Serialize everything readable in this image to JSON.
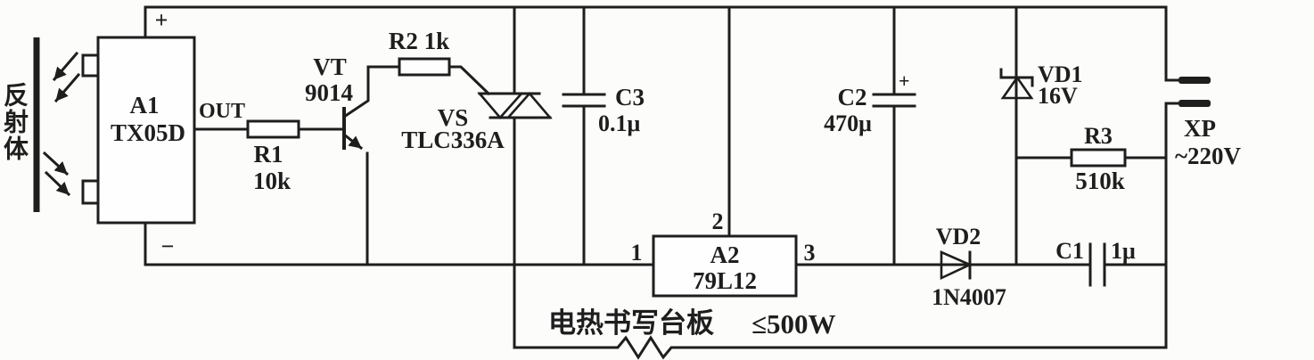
{
  "colors": {
    "ink": "#1e1e1e",
    "background": "#fcfcfa"
  },
  "reflector": {
    "label": "反射体"
  },
  "rails": {
    "plus": "+",
    "minus": "−"
  },
  "components": {
    "a1": {
      "name": "A1",
      "model": "TX05D",
      "out_pin": "OUT"
    },
    "r1": {
      "name": "R1",
      "value": "10k"
    },
    "vt": {
      "name": "VT",
      "model": "9014"
    },
    "r2": {
      "label": "R2 1k"
    },
    "vs": {
      "name": "VS",
      "model": "TLC336A"
    },
    "c3": {
      "name": "C3",
      "value": "0.1μ"
    },
    "a2": {
      "name": "A2",
      "model": "79L12",
      "pin1": "1",
      "pin2": "2",
      "pin3": "3"
    },
    "c2": {
      "name": "C2",
      "value": "470μ",
      "polarity": "+"
    },
    "vd2": {
      "name": "VD2",
      "model": "1N4007"
    },
    "vd1": {
      "name": "VD1",
      "value": "16V"
    },
    "r3": {
      "name": "R3",
      "value": "510k"
    },
    "c1": {
      "name": "C1",
      "value": "1μ"
    },
    "xp": {
      "name": "XP",
      "voltage": "~220V"
    },
    "heater": {
      "label": "电热书写台板",
      "power": "≤500W"
    }
  }
}
